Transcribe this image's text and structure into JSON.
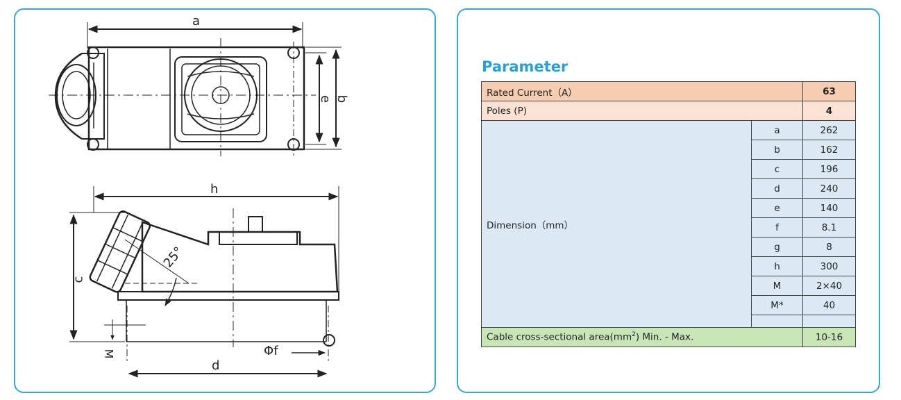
{
  "drawing": {
    "labels": {
      "a": "a",
      "b": "b",
      "e": "e",
      "h": "h",
      "c": "c",
      "d": "d",
      "angle": "25°",
      "phi_f": "Φf",
      "m": "M"
    }
  },
  "parameter": {
    "title": "Parameter",
    "rated_current": {
      "label": "Rated Current（A）",
      "value": "63"
    },
    "poles": {
      "label": "Poles (P)",
      "value": "4"
    },
    "dimension_label": "Dimension（mm）",
    "dimensions": [
      {
        "key": "a",
        "value": "262"
      },
      {
        "key": "b",
        "value": "162"
      },
      {
        "key": "c",
        "value": "196"
      },
      {
        "key": "d",
        "value": "240"
      },
      {
        "key": "e",
        "value": "140"
      },
      {
        "key": "f",
        "value": "8.1"
      },
      {
        "key": "g",
        "value": "8"
      },
      {
        "key": "h",
        "value": "300"
      },
      {
        "key": "M",
        "value": "2×40"
      },
      {
        "key": "M*",
        "value": "40"
      }
    ],
    "cable": {
      "label_pre": "Cable cross-sectional area(mm",
      "label_sup": "2",
      "label_post": ") Min. - Max.",
      "value": "10-16"
    }
  }
}
